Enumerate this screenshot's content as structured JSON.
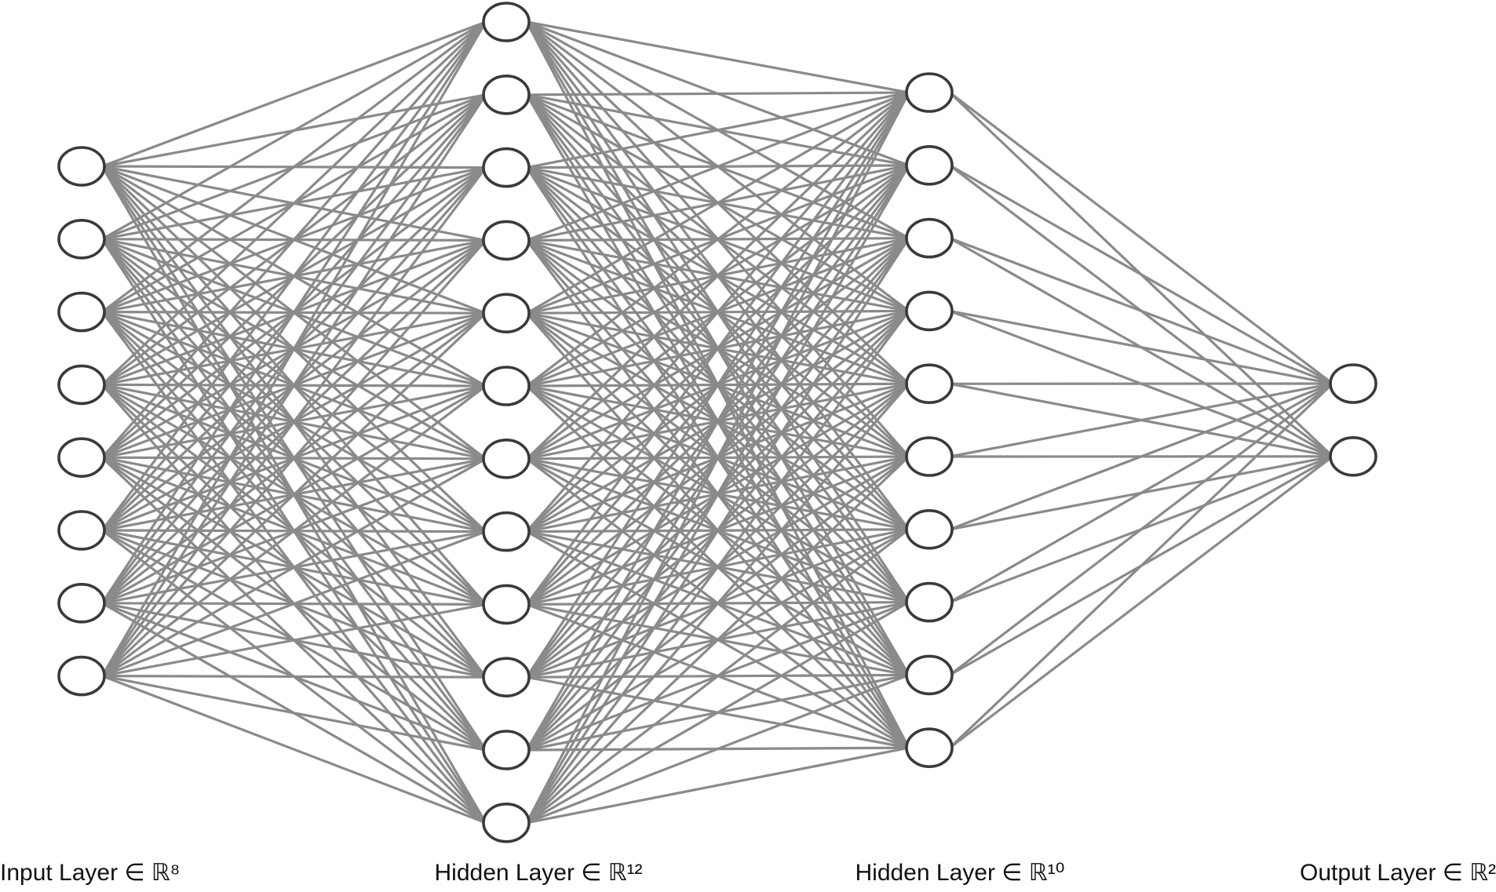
{
  "network": {
    "node_fill": "#ffffff",
    "node_stroke": "#3a3a3a",
    "edge_color": "#8a8a8a",
    "connectivity": "fully-connected-feedforward",
    "layers": [
      {
        "label": "Input Layer ∈ ℝ⁸",
        "neurons": 8,
        "role": "input"
      },
      {
        "label": "Hidden Layer ∈ ℝ¹²",
        "neurons": 12,
        "role": "hidden"
      },
      {
        "label": "Hidden Layer ∈ ℝ¹⁰",
        "neurons": 10,
        "role": "hidden"
      },
      {
        "label": "Output Layer ∈ ℝ²",
        "neurons": 2,
        "role": "output"
      }
    ]
  }
}
